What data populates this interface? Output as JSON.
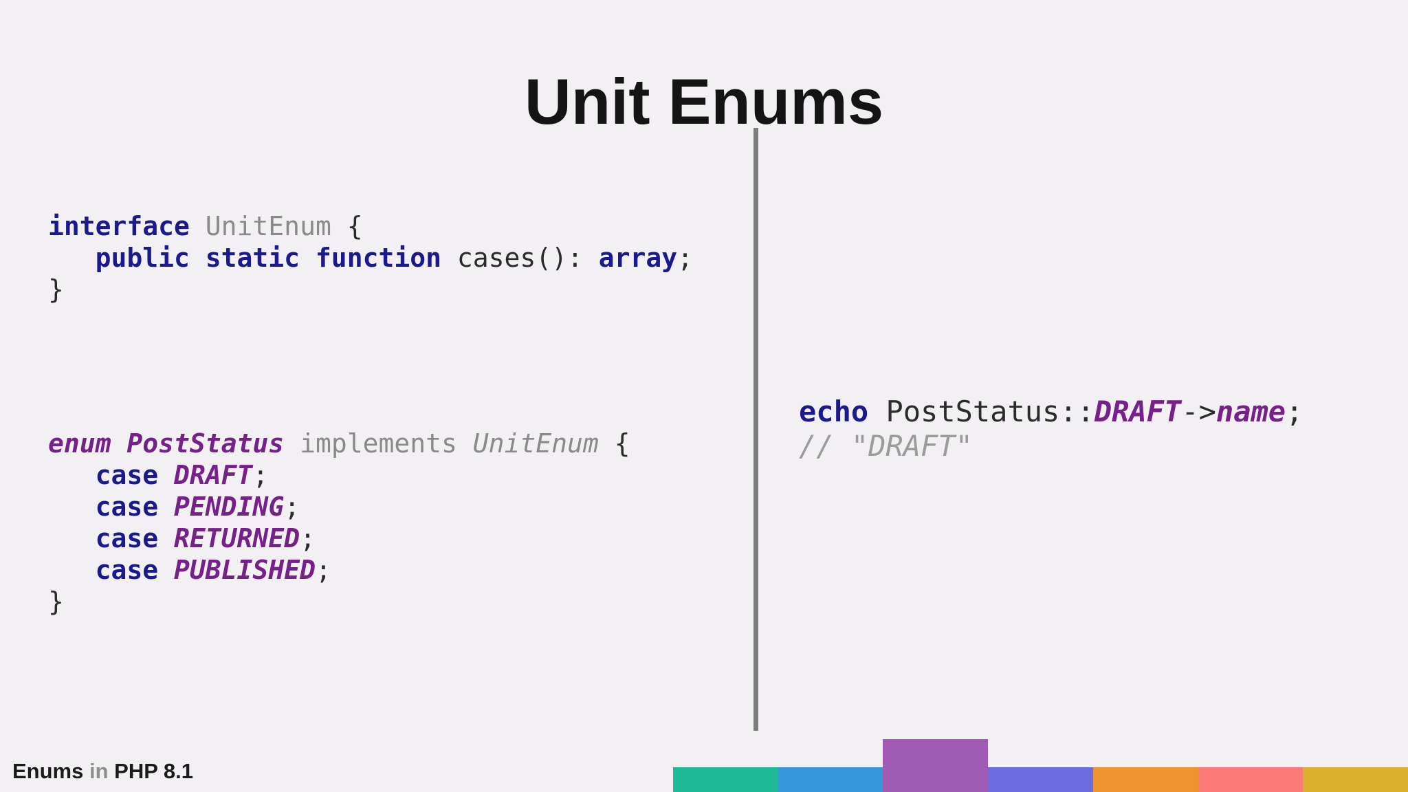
{
  "title": "Unit Enums",
  "colors": {
    "background": "#F2F0F3",
    "divider": "#7D7D7D",
    "title_text": "#141414",
    "keyword_navy": "#1A1A8C",
    "enum_purple": "#76208A",
    "identifier_gray": "#8A8A8A",
    "plain_dark": "#2B2B2B",
    "comment_gray": "#9B9B9B"
  },
  "code": {
    "token_styles": {
      "keyword": {
        "color": "#1A1A8C",
        "bold": true
      },
      "type": {
        "color": "#8A8A8A"
      },
      "type_italic": {
        "color": "#8A8A8A",
        "italic": true
      },
      "plain": {
        "color": "#2B2B2B"
      },
      "purple": {
        "color": "#76208A",
        "bold": true,
        "italic": true
      },
      "comment": {
        "color": "#9B9B9B",
        "italic": true
      },
      "footer_dark": {
        "color": "#1B1B1B",
        "bold": true
      },
      "footer_gray": {
        "color": "#8F8F8F",
        "bold": true
      }
    },
    "interface_block": {
      "lines": [
        [
          {
            "s": "keyword",
            "t": "interface"
          },
          {
            "s": "plain",
            "t": " "
          },
          {
            "s": "type",
            "t": "UnitEnum"
          },
          {
            "s": "plain",
            "t": " {"
          }
        ],
        [
          {
            "s": "plain",
            "t": "   "
          },
          {
            "s": "keyword",
            "t": "public static function"
          },
          {
            "s": "plain",
            "t": " cases(): "
          },
          {
            "s": "keyword",
            "t": "array"
          },
          {
            "s": "plain",
            "t": ";"
          }
        ],
        [
          {
            "s": "plain",
            "t": "}"
          }
        ]
      ]
    },
    "enum_block": {
      "lines": [
        [
          {
            "s": "purple",
            "t": "enum PostStatus"
          },
          {
            "s": "plain",
            "t": " "
          },
          {
            "s": "type",
            "t": "implements"
          },
          {
            "s": "plain",
            "t": " "
          },
          {
            "s": "type_italic",
            "t": "UnitEnum"
          },
          {
            "s": "plain",
            "t": " {"
          }
        ],
        [
          {
            "s": "plain",
            "t": "   "
          },
          {
            "s": "keyword",
            "t": "case"
          },
          {
            "s": "plain",
            "t": " "
          },
          {
            "s": "purple",
            "t": "DRAFT"
          },
          {
            "s": "plain",
            "t": ";"
          }
        ],
        [
          {
            "s": "plain",
            "t": "   "
          },
          {
            "s": "keyword",
            "t": "case"
          },
          {
            "s": "plain",
            "t": " "
          },
          {
            "s": "purple",
            "t": "PENDING"
          },
          {
            "s": "plain",
            "t": ";"
          }
        ],
        [
          {
            "s": "plain",
            "t": "   "
          },
          {
            "s": "keyword",
            "t": "case"
          },
          {
            "s": "plain",
            "t": " "
          },
          {
            "s": "purple",
            "t": "RETURNED"
          },
          {
            "s": "plain",
            "t": ";"
          }
        ],
        [
          {
            "s": "plain",
            "t": "   "
          },
          {
            "s": "keyword",
            "t": "case"
          },
          {
            "s": "plain",
            "t": " "
          },
          {
            "s": "purple",
            "t": "PUBLISHED"
          },
          {
            "s": "plain",
            "t": ";"
          }
        ],
        [
          {
            "s": "plain",
            "t": "}"
          }
        ]
      ]
    },
    "echo_block": {
      "lines": [
        [
          {
            "s": "keyword",
            "t": "echo"
          },
          {
            "s": "plain",
            "t": " PostStatus::"
          },
          {
            "s": "purple",
            "t": "DRAFT"
          },
          {
            "s": "plain",
            "t": "->"
          },
          {
            "s": "purple",
            "t": "name"
          },
          {
            "s": "plain",
            "t": ";"
          }
        ],
        [
          {
            "s": "comment",
            "t": "// \"DRAFT\""
          }
        ]
      ]
    },
    "footer_block": {
      "lines": [
        [
          {
            "s": "footer_dark",
            "t": "Enums"
          },
          {
            "s": "footer_gray",
            "t": " in "
          },
          {
            "s": "footer_dark",
            "t": "PHP 8.1"
          }
        ]
      ]
    }
  },
  "bottom_bar": {
    "raised_index": 2,
    "segments": [
      {
        "name": "teal",
        "color": "#1CBB95"
      },
      {
        "name": "blue",
        "color": "#3498DB"
      },
      {
        "name": "purple",
        "color": "#A05CB5"
      },
      {
        "name": "indigo",
        "color": "#6C6CE0"
      },
      {
        "name": "orange",
        "color": "#EF9331"
      },
      {
        "name": "salmon",
        "color": "#FA7A7A"
      },
      {
        "name": "gold",
        "color": "#DBB02D"
      }
    ]
  }
}
